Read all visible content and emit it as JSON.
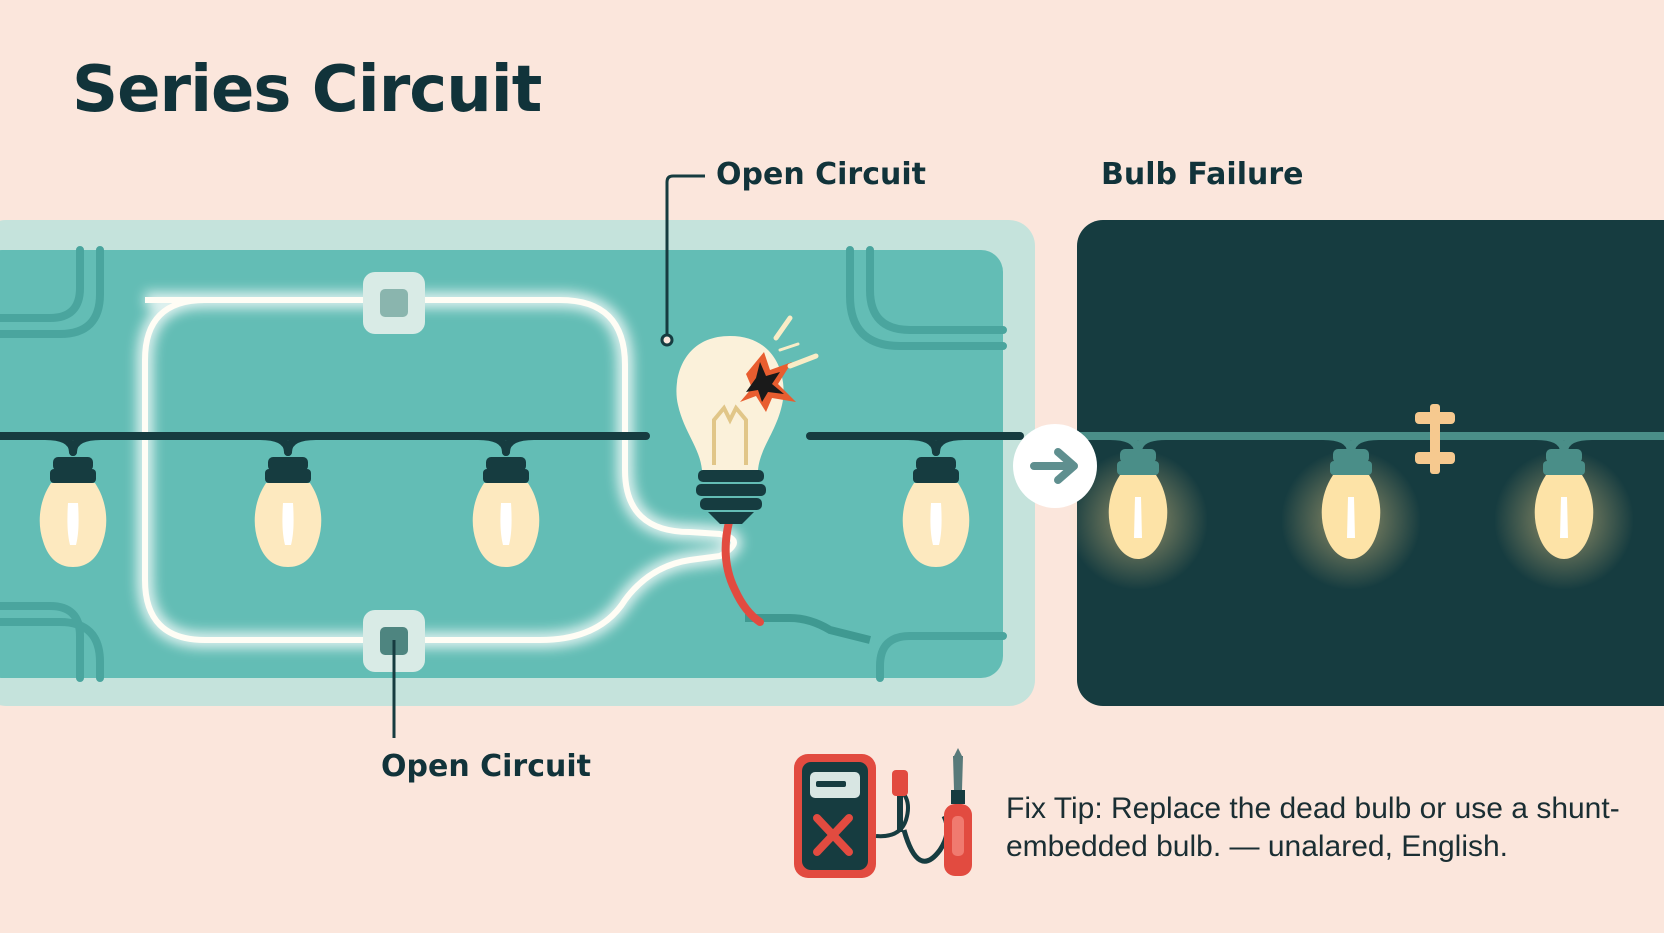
{
  "title": "Series Circuit",
  "labels": {
    "open_circuit_top": "Open Circuit",
    "open_circuit_bottom": "Open Circuit",
    "bulb_failure": "Bulb Failure"
  },
  "fix_tip": "Fix Tip: Replace the dead bulb or use a shunt-embedded bulb. — unalared, English.",
  "icons": {
    "arrow": "arrow-right-icon",
    "broken_bulb": "broken-bulb-icon",
    "multimeter": "multimeter-icon",
    "screwdriver": "screwdriver-icon",
    "shunt": "shunt-connector-icon"
  },
  "colors": {
    "background": "#fbe6dc",
    "panel_teal": "#63bdb5",
    "panel_dark": "#163c40",
    "bulb_glow": "#fde9bf",
    "text": "#11333a",
    "accent_red": "#e24b40"
  }
}
